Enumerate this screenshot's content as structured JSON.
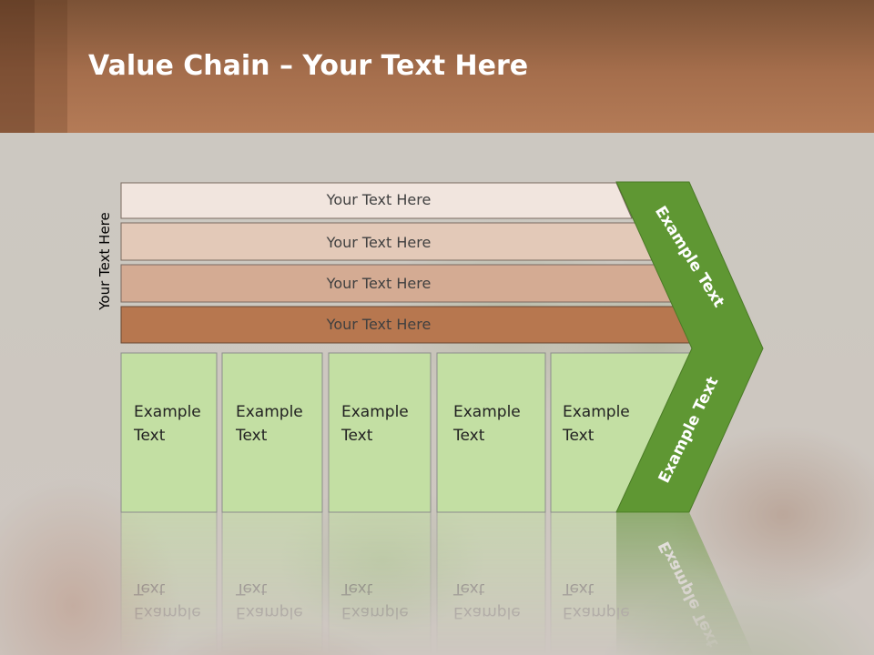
{
  "slide": {
    "title_bold": "Value Chain",
    "title_rest": " – Your Text Here",
    "side_label": "Your Text Here"
  },
  "bars": [
    {
      "label": "Your Text Here",
      "color": "#f1e5de"
    },
    {
      "label": "Your Text Here",
      "color": "#e3c9b8"
    },
    {
      "label": "Your Text Here",
      "color": "#d4ab93"
    },
    {
      "label": "Your Text Here",
      "color": "#b7774f"
    }
  ],
  "boxes": [
    {
      "line1": "Example",
      "line2": "Text"
    },
    {
      "line1": "Example",
      "line2": "Text"
    },
    {
      "line1": "Example",
      "line2": "Text"
    },
    {
      "line1": "Example",
      "line2": "Text"
    },
    {
      "line1": "Example",
      "line2": "Text"
    }
  ],
  "chevron": {
    "upper_label": "Example Text",
    "lower_label": "Example Text",
    "color": "#5f9733"
  },
  "colors": {
    "header": "#a56e4c",
    "box_fill": "#c3dfa3",
    "box_border": "#8c8c8c"
  }
}
